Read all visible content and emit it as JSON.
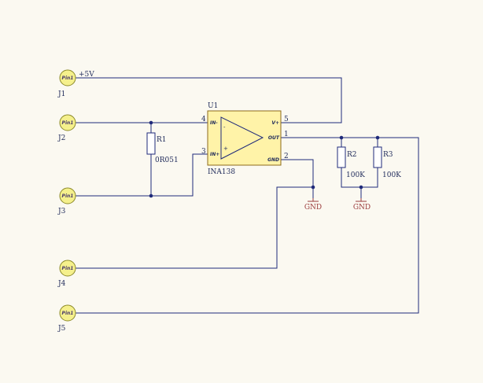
{
  "connectors": [
    {
      "pin_label": "Pin1",
      "designator": "J1",
      "net": "+5V"
    },
    {
      "pin_label": "Pin1",
      "designator": "J2"
    },
    {
      "pin_label": "Pin1",
      "designator": "J3"
    },
    {
      "pin_label": "Pin1",
      "designator": "J4"
    },
    {
      "pin_label": "Pin1",
      "designator": "J5"
    }
  ],
  "ic": {
    "designator": "U1",
    "part": "INA138",
    "pins": [
      {
        "name": "IN-",
        "number": "4"
      },
      {
        "name": "IN+",
        "number": "3"
      },
      {
        "name": "V+",
        "number": "5"
      },
      {
        "name": "OUT",
        "number": "1"
      },
      {
        "name": "GND",
        "number": "2"
      }
    ],
    "minus_symbol": "-",
    "plus_symbol": "+"
  },
  "resistors": [
    {
      "designator": "R1",
      "value": "0R051"
    },
    {
      "designator": "R2",
      "value": "100K"
    },
    {
      "designator": "R3",
      "value": "100K"
    }
  ],
  "grounds": [
    {
      "label": "GND"
    },
    {
      "label": "GND"
    }
  ],
  "colors": {
    "background": "#fbf9f1",
    "wire": "#1f2a7a",
    "ground": "#9a3a3a",
    "ic_fill": "#fff3a8",
    "connector_fill": "#f5f08c"
  }
}
